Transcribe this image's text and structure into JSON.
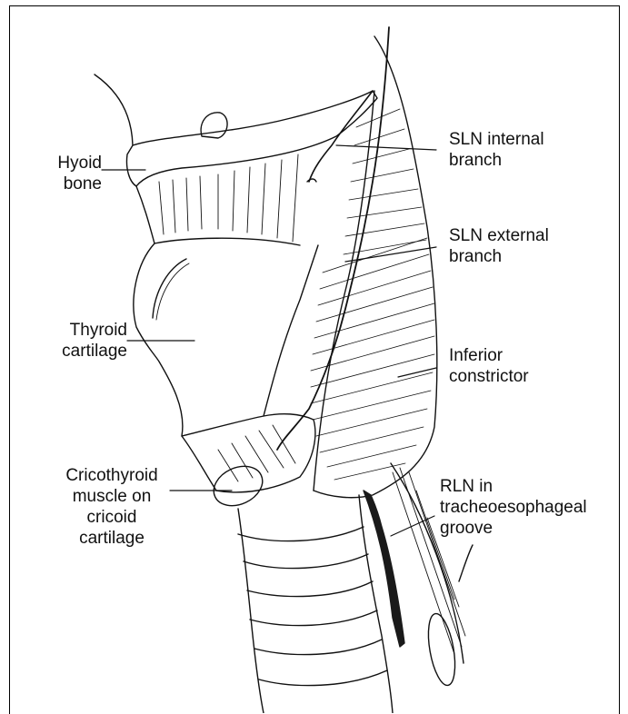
{
  "labels": {
    "hyoid": [
      "Hyoid",
      "bone"
    ],
    "thyroid": [
      "Thyroid",
      "cartilage"
    ],
    "cricothyroid": [
      "Cricothyroid",
      "muscle on",
      "cricoid",
      "cartilage"
    ],
    "sln_internal": [
      "SLN internal",
      "branch"
    ],
    "sln_external": [
      "SLN external",
      "branch"
    ],
    "inferior_constrictor": [
      "Inferior",
      "constrictor"
    ],
    "rln": [
      "RLN in",
      "tracheoesophageal",
      "groove"
    ]
  },
  "colors": {
    "ink": "#111111",
    "background": "#ffffff",
    "fill_dark": "#1a1a1a"
  }
}
